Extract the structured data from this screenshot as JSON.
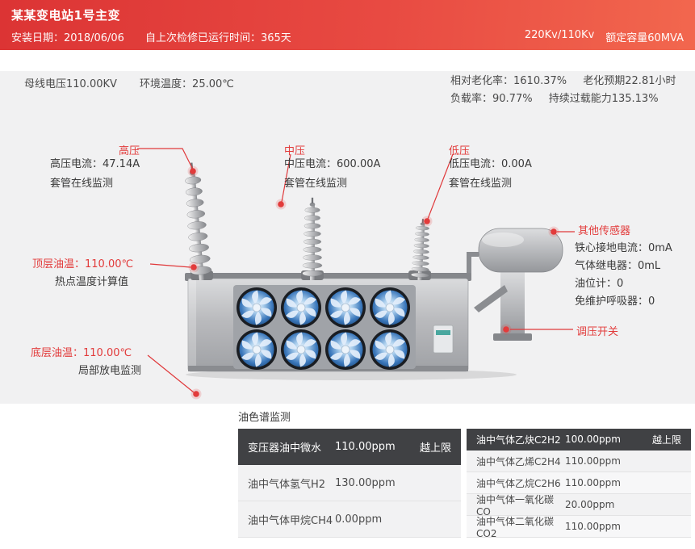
{
  "header": {
    "title": "某某变电站1号主变",
    "install_date": "安装日期：2018/06/06",
    "runtime": "自上次检修已运行时间：365天",
    "voltage_rating": "220Kv/110Kv",
    "capacity": "额定容量60MVA"
  },
  "overview": {
    "bus_voltage": "母线电压110.00KV",
    "ambient_temp": "环境温度：25.00℃",
    "aging_rate": "相对老化率：1610.37%",
    "aging_forecast": "老化预期22.81小时",
    "load_rate": "负载率：90.77%",
    "overload_capacity": "持续过载能力135.13%"
  },
  "annotations": {
    "high_voltage": {
      "title": "高压",
      "current": "高压电流：47.14A",
      "monitor": "套管在线监测"
    },
    "mid_voltage": {
      "title": "中压",
      "current": "中压电流：600.00A",
      "monitor": "套管在线监测"
    },
    "low_voltage": {
      "title": "低压",
      "current": "低压电流：0.00A",
      "monitor": "套管在线监测"
    },
    "other_sensors": {
      "title": "其他传感器",
      "items": [
        "铁心接地电流：0mA",
        "气体继电器：0mL",
        "油位计：0",
        "免维护呼吸器：0"
      ]
    },
    "top_oil": {
      "title": "顶层油温：110.00℃",
      "subtitle": "热点温度计算值"
    },
    "tap_switch": {
      "title": "调压开关"
    },
    "bottom_oil": {
      "title": "底层油温：110.00℃",
      "subtitle": "局部放电监测"
    }
  },
  "oil_section": {
    "title": "油色谱监测",
    "left_table": {
      "rows": [
        {
          "name": "变压器油中微水",
          "value": "110.00ppm",
          "status": "越上限"
        },
        {
          "name": "油中气体氢气H2",
          "value": "130.00ppm",
          "status": ""
        },
        {
          "name": "油中气体甲烷CH4",
          "value": "0.00ppm",
          "status": ""
        }
      ]
    },
    "right_table": {
      "rows": [
        {
          "name": "油中气体乙炔C2H2",
          "value": "100.00ppm",
          "status": "越上限"
        },
        {
          "name": "油中气体乙烯C2H4",
          "value": "110.00ppm",
          "status": ""
        },
        {
          "name": "油中气体乙烷C2H6",
          "value": "110.00ppm",
          "status": ""
        },
        {
          "name": "油中气体一氧化碳CO",
          "value": "20.00ppm",
          "status": ""
        },
        {
          "name": "油中气体二氧化碳CO2",
          "value": "110.00ppm",
          "status": ""
        }
      ]
    }
  },
  "colors": {
    "accent": "#e23b3b",
    "header_gradient_start": "#dc3434",
    "header_gradient_end": "#f2674e"
  }
}
